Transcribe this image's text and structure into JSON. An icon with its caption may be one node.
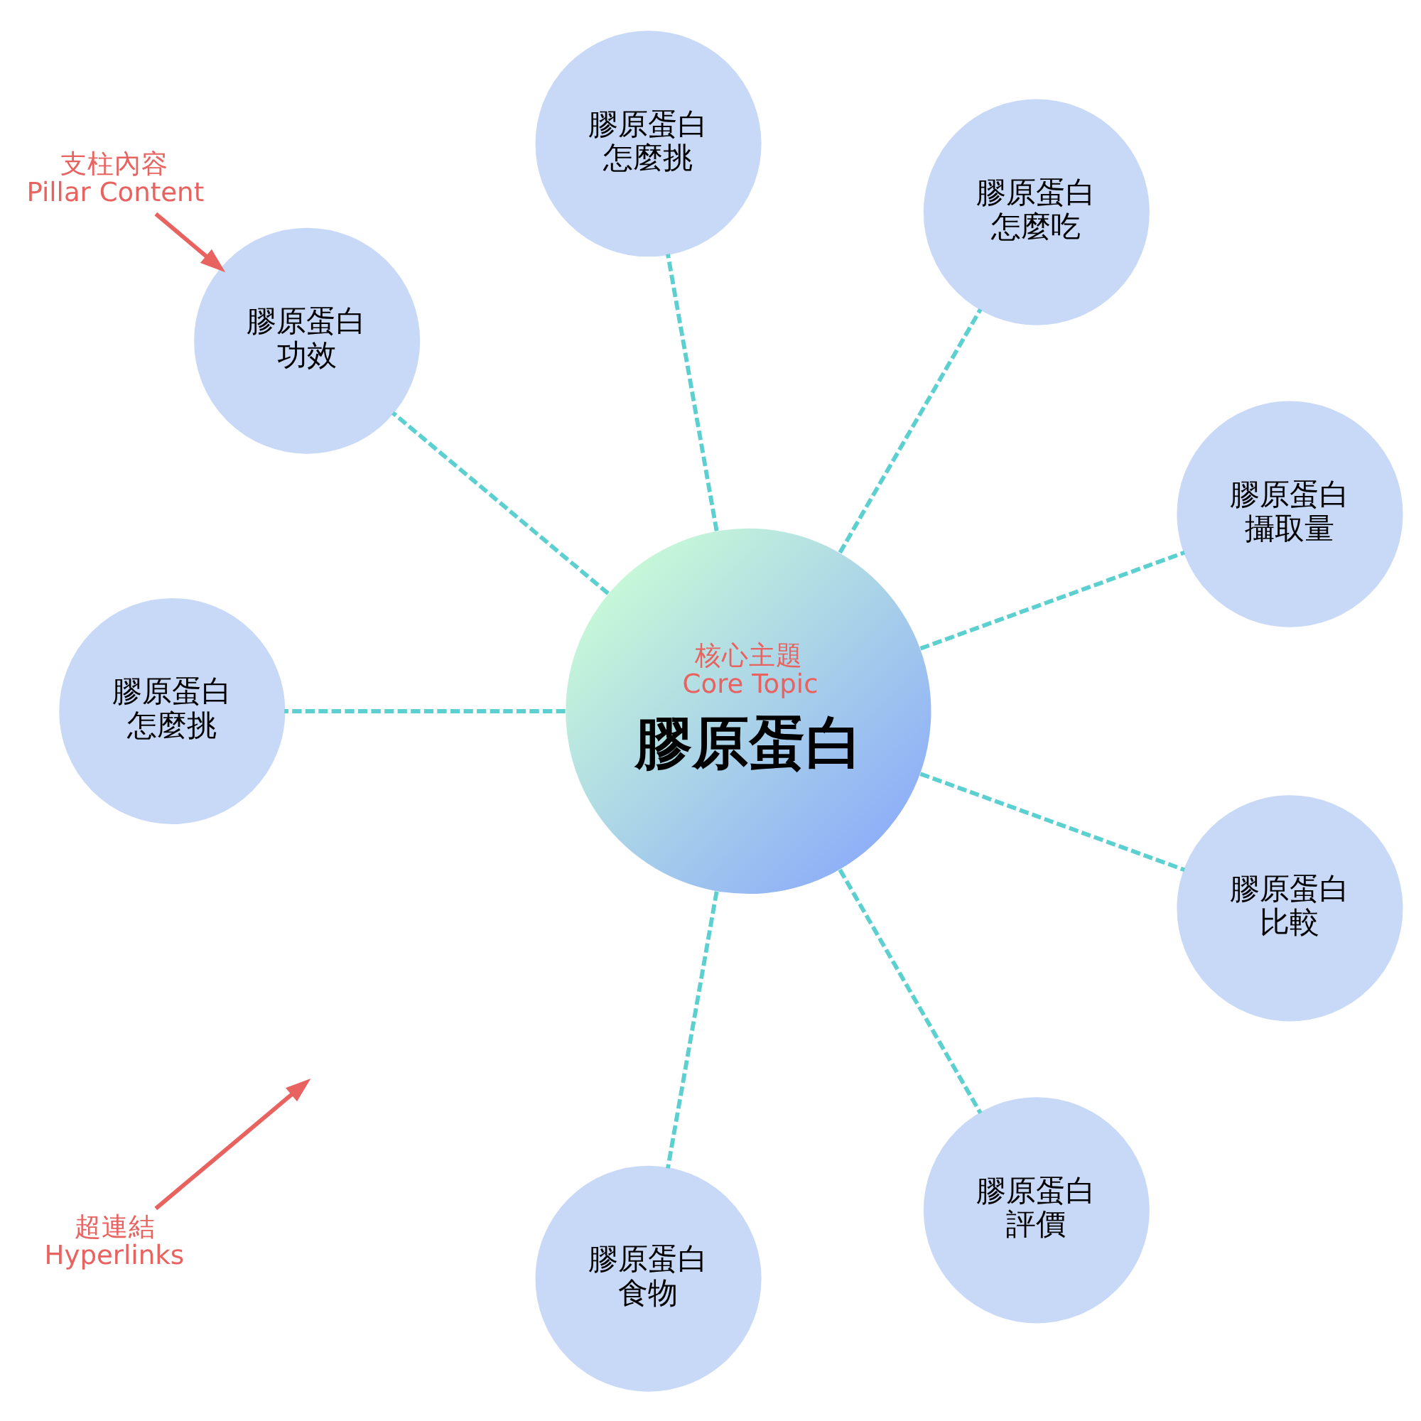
{
  "diagram": {
    "nodes": [
      {
        "text": [
          "膠原蛋白怎麼挑"
        ]
      },
      {
        "text": [
          "膠原蛋白功效"
        ]
      },
      {
        "text": [
          "膠原蛋白怎麼吃"
        ]
      },
      {
        "text": [
          "支柱內容 Pillar Content"
        ]
      },
      {
        "text": [
          "核心主題 Core Topic",
          "膠原蛋白"
        ]
      },
      {
        "text": [
          "膠原蛋白怎麼挑"
        ]
      },
      {
        "text": [
          "膠原蛋白攝取量"
        ]
      },
      {
        "text": [
          "超連結 Hyperlinks"
        ]
      },
      {
        "text": [
          "膠原蛋白食物"
        ]
      },
      {
        "text": [
          "膠原蛋白比較"
        ]
      },
      {
        "text": [
          "膠原蛋白評價"
        ]
      }
    ],
    "edges": [
      {
        "from": 4,
        "to": 0,
        "arrow": "none",
        "style": "dashed"
      },
      {
        "from": 4,
        "to": 2,
        "arrow": "none",
        "style": "dashed"
      },
      {
        "from": 4,
        "to": 6,
        "arrow": "none",
        "style": "dashed"
      },
      {
        "from": 4,
        "to": 9,
        "arrow": "none",
        "style": "dashed"
      },
      {
        "from": 4,
        "to": 10,
        "arrow": "none",
        "style": "dashed"
      },
      {
        "from": 4,
        "to": 8,
        "arrow": "none",
        "style": "dashed"
      },
      {
        "from": 4,
        "to": 5,
        "arrow": "none",
        "style": "dashed"
      },
      {
        "from": 4,
        "to": 1,
        "arrow": "none",
        "style": "dashed"
      },
      {
        "from": 3,
        "to": 1,
        "arrow": "to",
        "color": "#e8625f"
      },
      {
        "from": 7,
        "to": null,
        "arrow": "to",
        "color": "#e8625f"
      }
    ]
  }
}
